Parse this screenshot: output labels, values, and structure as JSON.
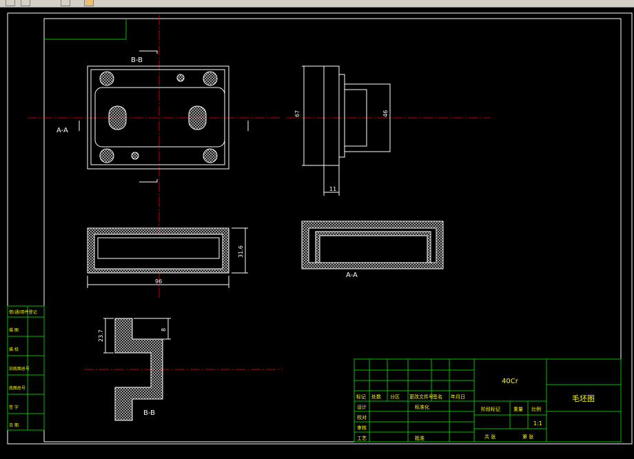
{
  "toolbar": {
    "icons": [
      "new-file-icon",
      "open-file-icon",
      "undo-icon",
      "pen-icon"
    ]
  },
  "views": {
    "section_bb_mark": "B-B",
    "section_aa_mark": "A-A",
    "section_aa_label": "A-A",
    "section_bb_label": "B-B",
    "dim_height_side": "67",
    "dim_inner_side": "46",
    "dim_boss": "11",
    "dim_front_height": "31.6",
    "dim_front_width": "96",
    "dim_bb_height": "23.7",
    "dim_bb_step": "8"
  },
  "side_table": [
    "借(通)用件登记",
    "描 图",
    "描 校",
    "旧底图总号",
    "底图总号",
    "签 字",
    "日 期"
  ],
  "title_block": {
    "material": "40Cr",
    "drawing_name": "毛坯图",
    "headers": [
      "标记",
      "处数",
      "分区",
      "更改文件号",
      "签名",
      "年月日"
    ],
    "roles": [
      "设计",
      "校对",
      "审核",
      "工艺"
    ],
    "standardize": "标准化",
    "approve": "批准",
    "stage_mark": "阶段标记",
    "weight": "重量",
    "scale_label": "比例",
    "scale": "1:1",
    "total_sheets": "共 张",
    "sheet_no": "第 张"
  },
  "colors": {
    "background": "#000000",
    "outline": "#ffffff",
    "centerline": "#ff0000",
    "table": "#00c000",
    "table_text": "#ffff00",
    "frame": "#ffffff"
  }
}
